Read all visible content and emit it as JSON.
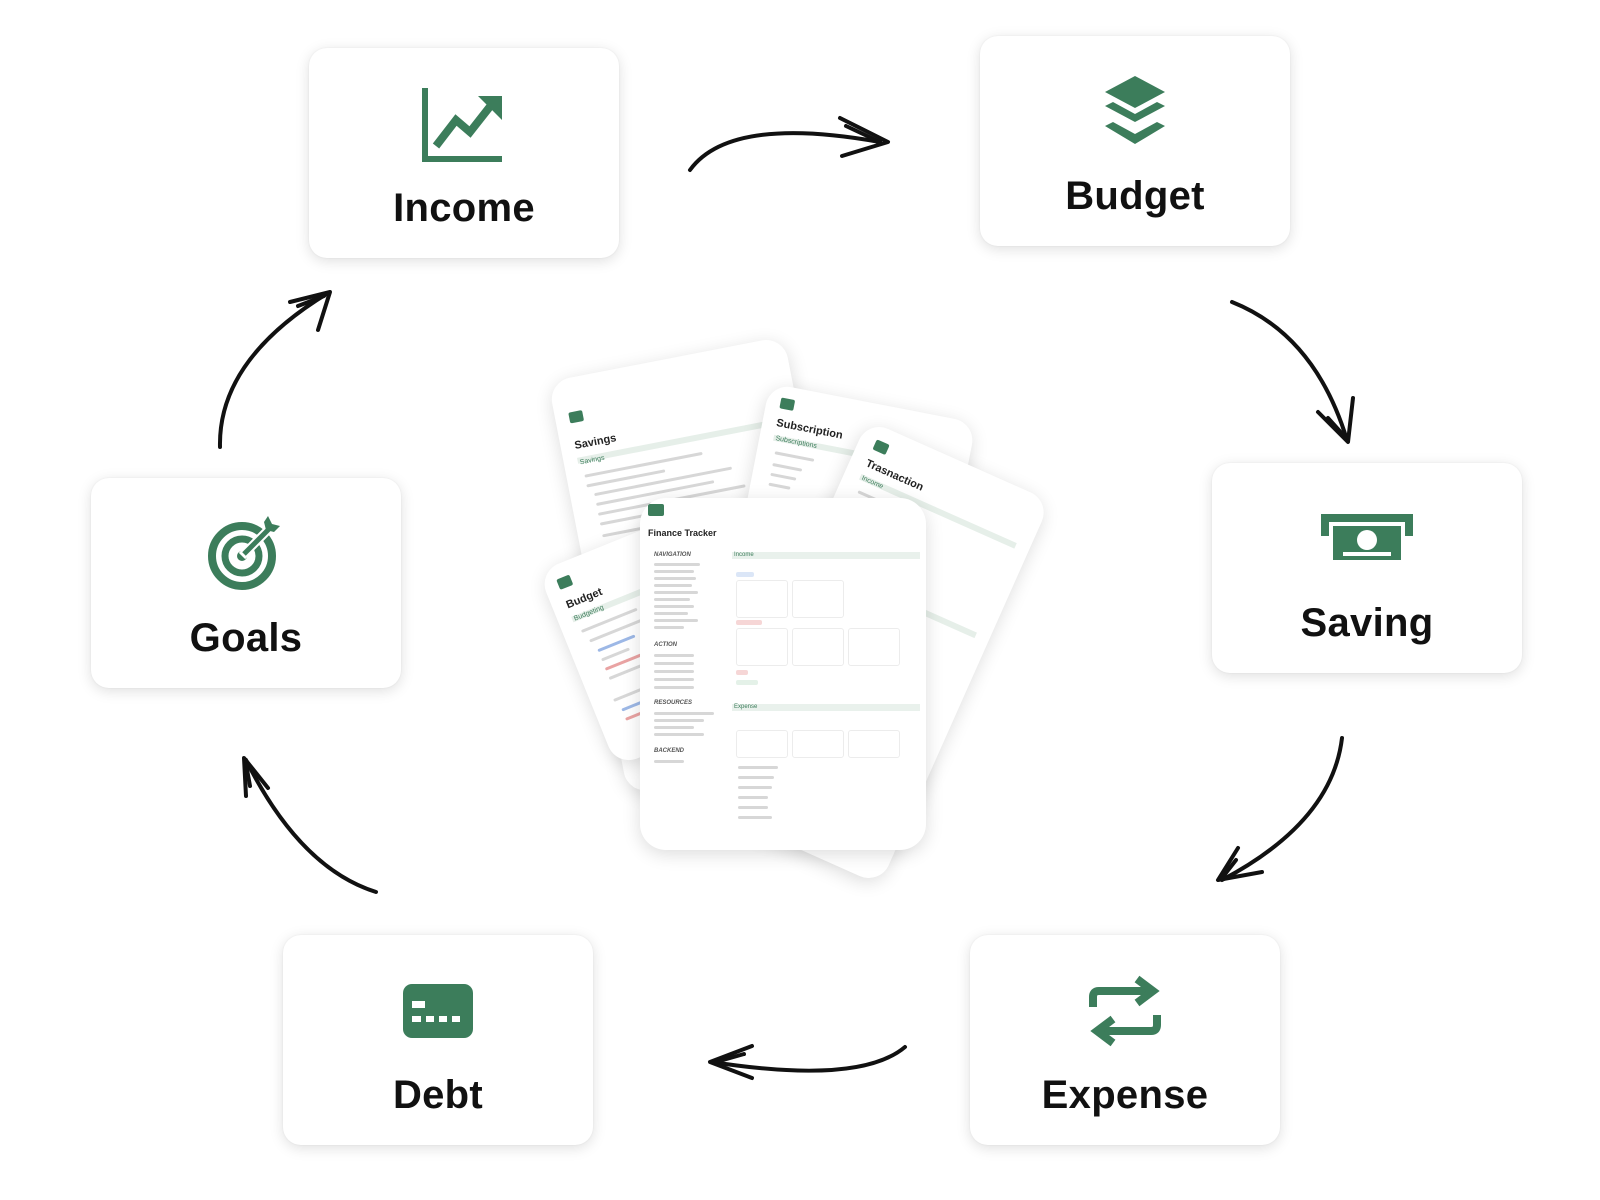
{
  "cycle": [
    {
      "key": "income",
      "label": "Income",
      "icon": "chart-line-up-icon"
    },
    {
      "key": "budget",
      "label": "Budget",
      "icon": "layers-stack-icon"
    },
    {
      "key": "saving",
      "label": "Saving",
      "icon": "money-bill-icon"
    },
    {
      "key": "expense",
      "label": "Expense",
      "icon": "repeat-arrows-icon"
    },
    {
      "key": "debt",
      "label": "Debt",
      "icon": "credit-card-icon"
    },
    {
      "key": "goals",
      "label": "Goals",
      "icon": "target-bullseye-icon"
    }
  ],
  "preview": {
    "savings_title": "Savings",
    "subscription_title": "Subscription",
    "transaction_title": "Trasnaction",
    "budget_title": "Budget",
    "main_title": "Finance Tracker",
    "sections": [
      "NAVIGATION",
      "ACTION",
      "RESOURCES",
      "BACKEND"
    ],
    "sub_labels": {
      "savings": "Savings",
      "subscription": "Subscriptions",
      "transaction": "Income",
      "budget": "Budgeting",
      "income": "Income",
      "expense": "Expense"
    }
  },
  "colors": {
    "accent": "#3c7d5b",
    "text": "#111111",
    "arrow": "#111111"
  }
}
